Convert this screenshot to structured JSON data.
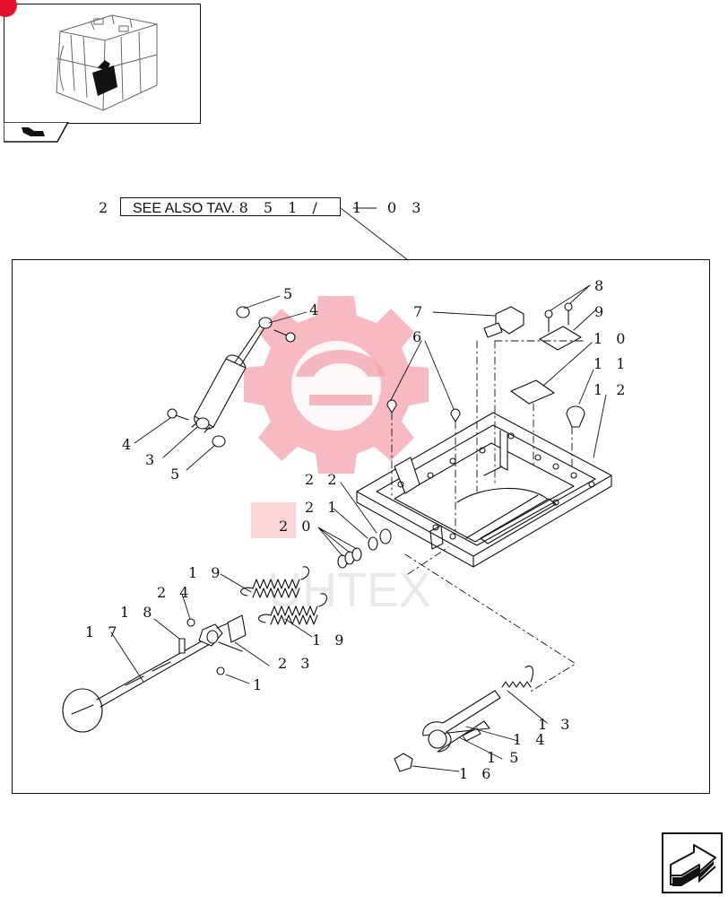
{
  "reference": {
    "prefix": "2",
    "box_text": "SEE ALSO TAV.",
    "box_digits": "8 5 1 /",
    "suffix_digit": "1",
    "suffix": "0 3"
  },
  "labels": {
    "l1": "1",
    "l3": "3",
    "l4a": "4",
    "l4b": "4",
    "l5a": "5",
    "l5b": "5",
    "l6": "6",
    "l7": "7",
    "l8": "8",
    "l9": "9",
    "l10": "1 0",
    "l11": "1 1",
    "l12": "1 2",
    "l13": "1 3",
    "l14": "1 4",
    "l15": "1 5",
    "l16": "1 6",
    "l17": "1 7",
    "l18": "1 8",
    "l19a": "1 9",
    "l19b": "1 9",
    "l20": "2 0",
    "l21": "2 1",
    "l22": "2 2",
    "l23": "2 3",
    "l24": "2 4"
  },
  "watermark": {
    "text": "UHTEX",
    "color": "#e8112d"
  },
  "icons": {
    "thumbnail": "cab-thumbnail-icon",
    "tab": "page-back-icon",
    "next": "next-page-arrow-icon"
  },
  "colors": {
    "line": "#111111",
    "watermark": "#f4a3ae",
    "accent": "#e8112d"
  }
}
